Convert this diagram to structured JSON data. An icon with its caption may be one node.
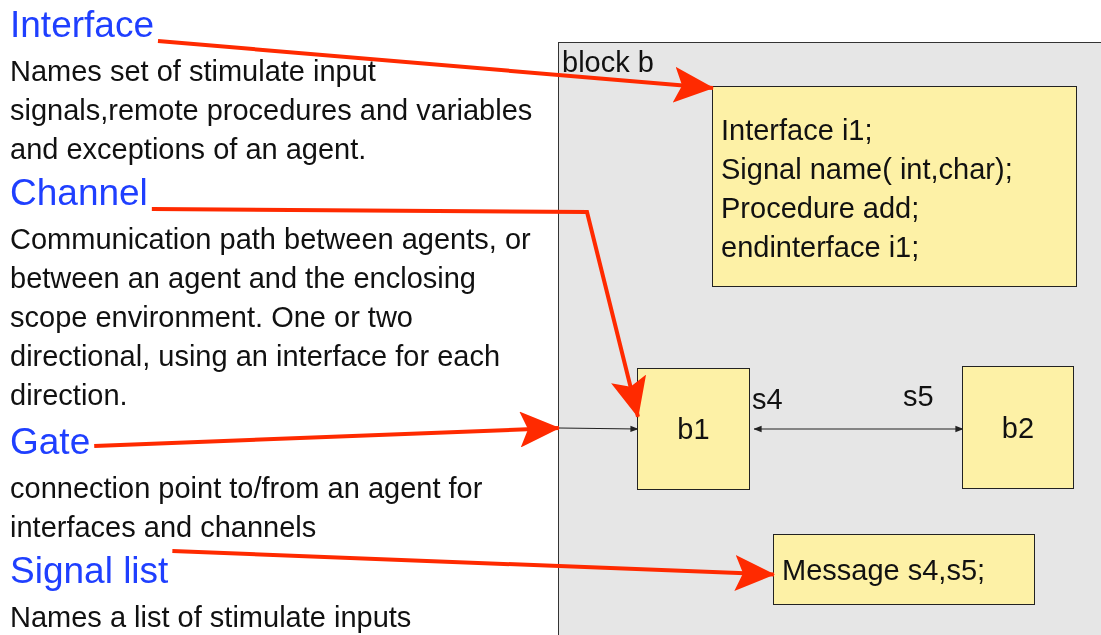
{
  "diagram": {
    "nodes": [
      {
        "text": [
          "Interface",
          "Names set of stimulate input signals,remote procedures and variables and exceptions of an agent."
        ]
      },
      {
        "text": [
          "Channel",
          "Communication path between agents, or between an agent and the enclosing scope environment. One or two directional, using an interface for each direction."
        ]
      },
      {
        "text": [
          "Gate",
          "connection point to/from an agent for interfaces and channels"
        ]
      },
      {
        "text": [
          "Signal list",
          "Names a list of stimulate inputs"
        ]
      },
      {
        "text": [
          "block b"
        ]
      },
      {
        "text": [
          "Interface i1;",
          "Signal name( int,char);",
          "Procedure add;",
          "endinterface i1;"
        ],
        "in": 4
      },
      {
        "text": [
          "b1"
        ],
        "in": 4
      },
      {
        "text": [
          "b2"
        ],
        "in": 4
      },
      {
        "text": [
          "Message s4,s5;"
        ],
        "in": 4
      }
    ],
    "edges": [
      {
        "from": 0,
        "to": 5,
        "arrow": "to"
      },
      {
        "from": 1,
        "to": 6,
        "arrow": "to"
      },
      {
        "from": 2,
        "to": 4,
        "arrow": "to"
      },
      {
        "from": 3,
        "to": 8,
        "arrow": "to"
      },
      {
        "from": 4,
        "to": 6,
        "arrow": "to",
        "color": "#222222"
      },
      {
        "from": 6,
        "to": 7,
        "arrow": "both",
        "color": "#222222"
      }
    ],
    "labels": [
      "s4",
      "s5"
    ]
  }
}
